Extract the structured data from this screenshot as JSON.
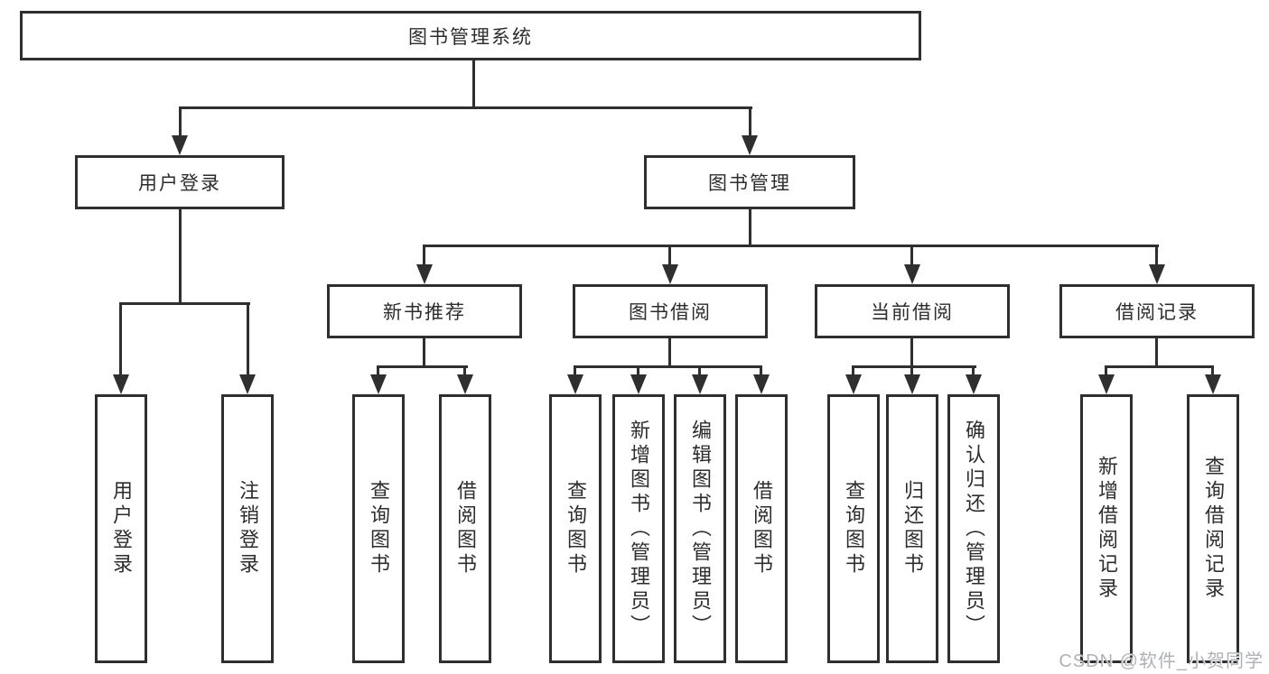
{
  "colors": {
    "line": "#2f2f2f",
    "text": "#2d2d2d",
    "background": "#ffffff",
    "watermark": "#aeb1b6"
  },
  "tree": {
    "root": {
      "label": "图书管理系统"
    },
    "children": [
      {
        "label": "用户登录",
        "children": [
          {
            "label": "用户登录"
          },
          {
            "label": "注销登录"
          }
        ]
      },
      {
        "label": "图书管理",
        "children": [
          {
            "label": "新书推荐",
            "children": [
              {
                "label": "查询图书"
              },
              {
                "label": "借阅图书"
              }
            ]
          },
          {
            "label": "图书借阅",
            "children": [
              {
                "label": "查询图书"
              },
              {
                "label": "新增图书（管理员）"
              },
              {
                "label": "编辑图书（管理员）"
              },
              {
                "label": "借阅图书"
              }
            ]
          },
          {
            "label": "当前借阅",
            "children": [
              {
                "label": "查询图书"
              },
              {
                "label": "归还图书"
              },
              {
                "label": "确认归还（管理员）"
              }
            ]
          },
          {
            "label": "借阅记录",
            "children": [
              {
                "label": "新增借阅记录"
              },
              {
                "label": "查询借阅记录"
              }
            ]
          }
        ]
      }
    ]
  },
  "watermark": {
    "text": "CSDN @软件_小贺同学"
  }
}
